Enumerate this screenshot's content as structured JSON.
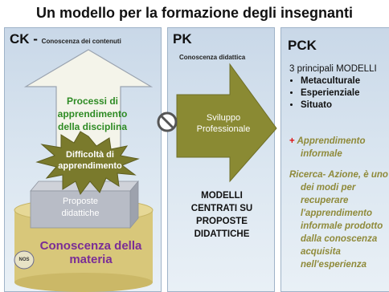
{
  "title": "Un modello per la formazione degli insegnanti",
  "ck": {
    "heading": "CK - ",
    "subtitle": "Conoscenza dei contenuti",
    "process_line1": "Processi di",
    "process_line2": "apprendimento",
    "process_line3": "della disciplina",
    "difficulty_line1": "Difficoltà di",
    "difficulty_line2": "apprendimento",
    "proposals_line1": "Proposte",
    "proposals_line2": "didattiche",
    "knowledge_line1": "Conoscenza della",
    "knowledge_line2": "materia",
    "nos": "NOS"
  },
  "pk": {
    "heading": "PK",
    "subtitle": "Conoscenza didattica",
    "arrow_line1": "Sviluppo",
    "arrow_line2": "Professionale",
    "models_line1": "MODELLI",
    "models_line2": "CENTRATI SU",
    "models_line3": "PROPOSTE",
    "models_line4": "DIDATTICHE"
  },
  "pck": {
    "heading": "PCK",
    "intro": "3 principali MODELLI",
    "models": [
      "Metaculturale",
      "Esperienziale",
      "Situato"
    ],
    "plus": "+",
    "informal_line1": "Apprendimento",
    "informal_line2": "informale",
    "research_lines": [
      "Ricerca- Azione, è uno",
      "dei modi per",
      "recuperare",
      "l'apprendimento",
      "informale prodotto",
      "dalla conoscenza",
      "acquisita",
      "nell'esperienza"
    ]
  },
  "colors": {
    "arrow_fill": "#8a8a33",
    "up_arrow_fill": "#f4f4ea",
    "star_fill": "#7a7a2c",
    "box_fill": "#b8bcc6",
    "cylinder_fill": "#d8c77a",
    "process_text": "#2e8b24",
    "knowledge_text": "#7a2d96",
    "informal_text": "#8f8a3a",
    "plus_text": "#dd1111"
  }
}
